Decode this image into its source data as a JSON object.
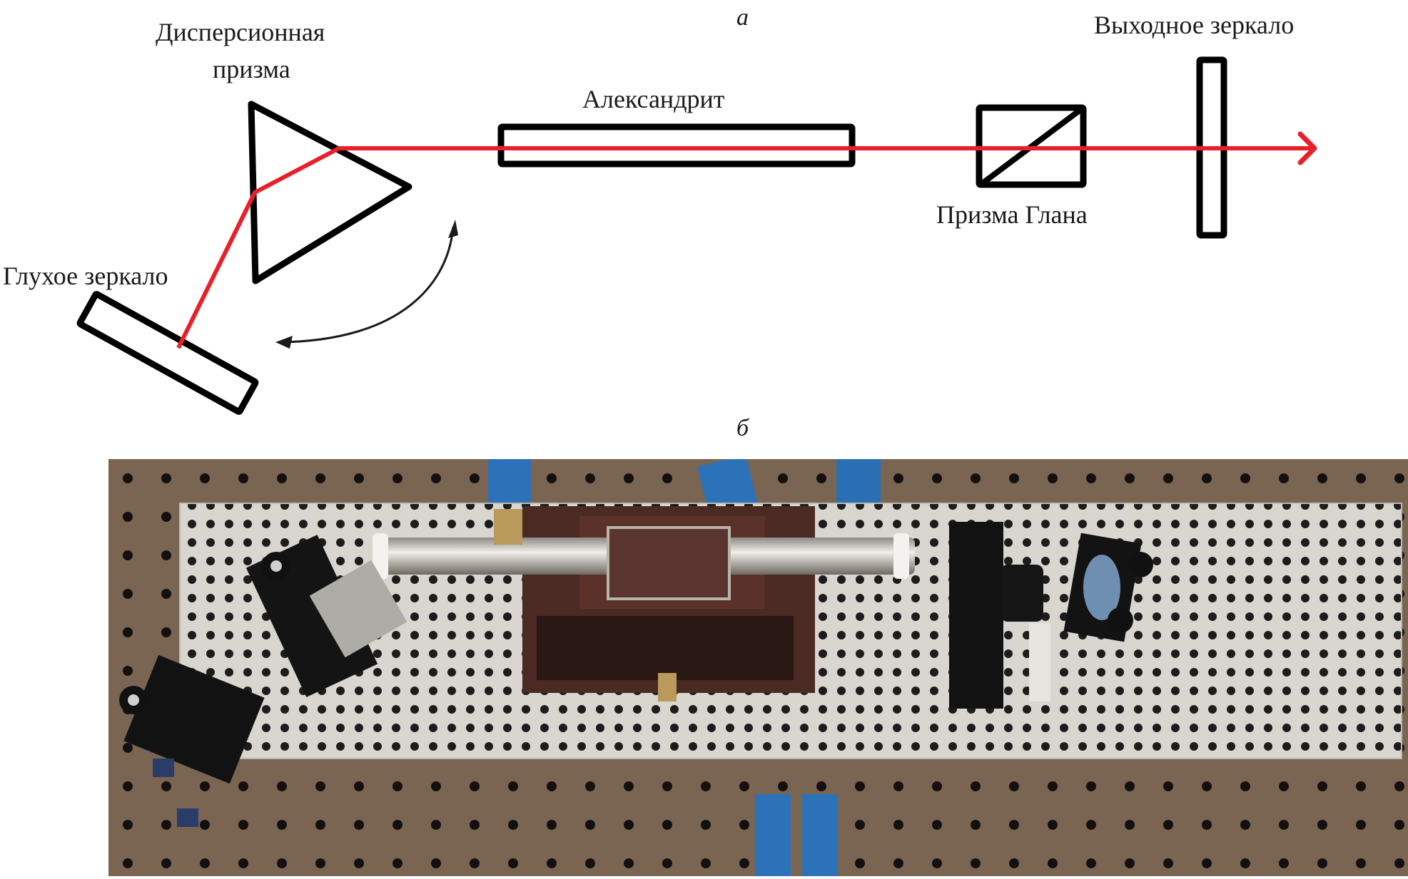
{
  "panels": {
    "a": {
      "letter": "а",
      "labels": {
        "dispersion_prism_line1": "Дисперсионная",
        "dispersion_prism_line2": "призма",
        "alexandrite": "Александрит",
        "output_mirror": "Выходное зеркало",
        "glan_prism": "Призма Глана",
        "back_mirror": "Глухое зеркало"
      }
    },
    "b": {
      "letter": "б",
      "description": "Photograph of the laser setup on an optical breadboard"
    }
  },
  "colors": {
    "beam": "#e8202a",
    "outline": "#000000",
    "text": "#1a1a1a"
  }
}
